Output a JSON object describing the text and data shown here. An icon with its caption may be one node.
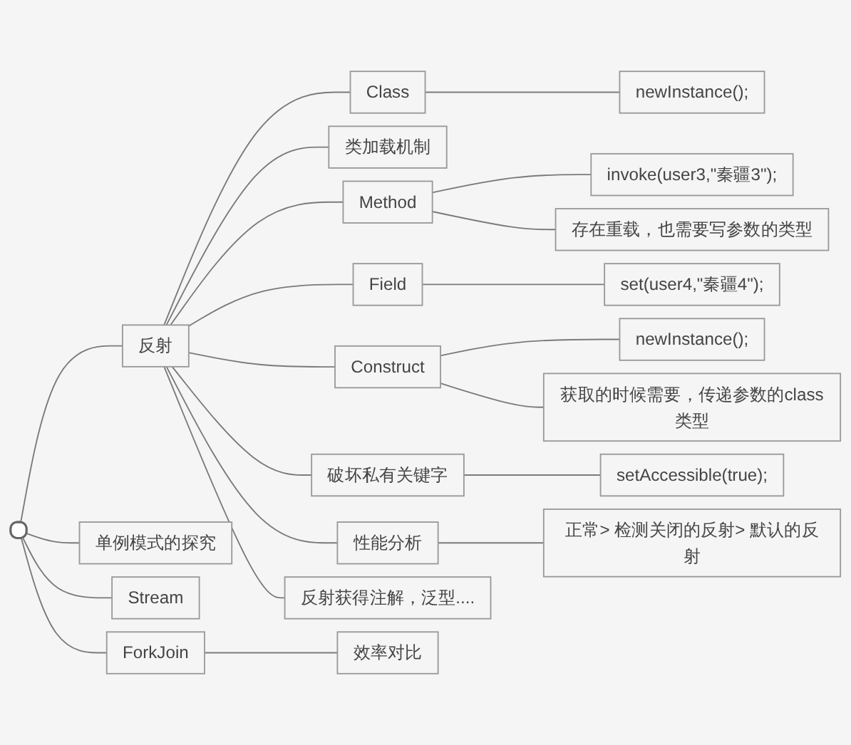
{
  "diagram": {
    "nodes": [
      {
        "text": [],
        "shape": "box"
      },
      {
        "text": [
          "反射"
        ]
      },
      {
        "text": [
          "Class"
        ]
      },
      {
        "text": [
          "newInstance();"
        ]
      },
      {
        "text": [
          "类加载机制"
        ]
      },
      {
        "text": [
          "Method"
        ]
      },
      {
        "text": [
          "invoke(user3,\"秦疆3\");"
        ]
      },
      {
        "text": [
          "存在重载，也需要写参数的类型"
        ]
      },
      {
        "text": [
          "Field"
        ]
      },
      {
        "text": [
          "set(user4,\"秦疆4\");"
        ]
      },
      {
        "text": [
          "Construct"
        ]
      },
      {
        "text": [
          "newInstance();"
        ]
      },
      {
        "text": [
          "获取的时候需要，传递参数的class类型"
        ]
      },
      {
        "text": [
          "破坏私有关键字"
        ]
      },
      {
        "text": [
          "setAccessible(true);"
        ]
      },
      {
        "text": [
          "性能分析"
        ]
      },
      {
        "text": [
          "正常> 检测关闭的反射> 默认的反射"
        ]
      },
      {
        "text": [
          "反射获得注解，泛型...."
        ]
      },
      {
        "text": [
          "单例模式的探究"
        ]
      },
      {
        "text": [
          "Stream"
        ]
      },
      {
        "text": [
          "ForkJoin"
        ]
      },
      {
        "text": [
          "效率对比"
        ]
      }
    ],
    "edges": [
      {
        "from": 0,
        "to": 1,
        "arrow": "none"
      },
      {
        "from": 1,
        "to": 2,
        "arrow": "none"
      },
      {
        "from": 2,
        "to": 3,
        "arrow": "none"
      },
      {
        "from": 1,
        "to": 4,
        "arrow": "none"
      },
      {
        "from": 1,
        "to": 5,
        "arrow": "none"
      },
      {
        "from": 5,
        "to": 6,
        "arrow": "none"
      },
      {
        "from": 5,
        "to": 7,
        "arrow": "none"
      },
      {
        "from": 1,
        "to": 8,
        "arrow": "none"
      },
      {
        "from": 8,
        "to": 9,
        "arrow": "none"
      },
      {
        "from": 1,
        "to": 10,
        "arrow": "none"
      },
      {
        "from": 10,
        "to": 11,
        "arrow": "none"
      },
      {
        "from": 10,
        "to": 12,
        "arrow": "none"
      },
      {
        "from": 1,
        "to": 13,
        "arrow": "none"
      },
      {
        "from": 13,
        "to": 14,
        "arrow": "none"
      },
      {
        "from": 1,
        "to": 15,
        "arrow": "none"
      },
      {
        "from": 15,
        "to": 16,
        "arrow": "none"
      },
      {
        "from": 1,
        "to": 17,
        "arrow": "none"
      },
      {
        "from": 0,
        "to": 18,
        "arrow": "none"
      },
      {
        "from": 0,
        "to": 19,
        "arrow": "none"
      },
      {
        "from": 0,
        "to": 20,
        "arrow": "none"
      },
      {
        "from": 20,
        "to": 21,
        "arrow": "none"
      }
    ]
  }
}
